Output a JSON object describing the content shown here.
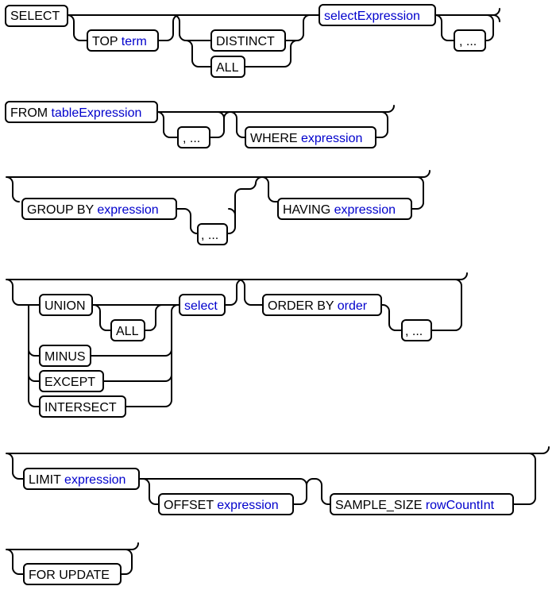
{
  "colors": {
    "keyword": "#000000",
    "nonterminal": "#0000cc",
    "line": "#000000"
  },
  "rows": {
    "select": {
      "select_kw": "SELECT",
      "top_kw": "TOP ",
      "top_term": "term",
      "distinct_kw": "DISTINCT",
      "all_kw": "ALL",
      "select_expression": "selectExpression",
      "comma_more": ", ..."
    },
    "from": {
      "from_kw": "FROM ",
      "table_expression": "tableExpression",
      "comma_more": ", ...",
      "where_kw": "WHERE ",
      "where_expression": "expression"
    },
    "group": {
      "group_by_kw": "GROUP BY ",
      "group_expression": "expression",
      "comma_more": ", ...",
      "having_kw": "HAVING ",
      "having_expression": "expression"
    },
    "union": {
      "union_kw": "UNION",
      "all_kw": "ALL",
      "minus_kw": "MINUS",
      "except_kw": "EXCEPT",
      "intersect_kw": "INTERSECT",
      "select_ref": "select",
      "order_by_kw": "ORDER BY ",
      "order_ref": "order",
      "comma_more": ", ..."
    },
    "limit": {
      "limit_kw": "LIMIT ",
      "limit_expression": "expression",
      "offset_kw": "OFFSET ",
      "offset_expression": "expression",
      "sample_size_kw": "SAMPLE_SIZE ",
      "row_count_int": "rowCountInt"
    },
    "update": {
      "for_update_kw": "FOR UPDATE"
    }
  }
}
